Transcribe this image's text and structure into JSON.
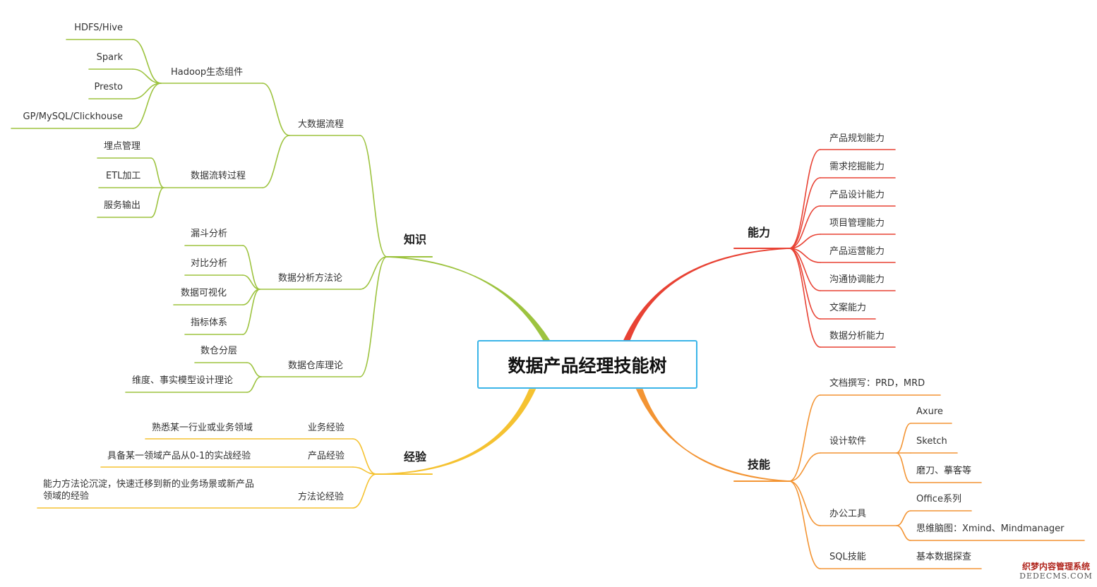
{
  "root": "数据产品经理技能树",
  "branches": {
    "knowledge": {
      "label": "知识",
      "color": "#9dc33f",
      "big_data_flow": {
        "label": "大数据流程",
        "hadoop": {
          "label": "Hadoop生态组件",
          "items": [
            "HDFS/Hive",
            "Spark",
            "Presto",
            "GP/MySQL/Clickhouse"
          ]
        },
        "data_flow": {
          "label": "数据流转过程",
          "items": [
            "埋点管理",
            "ETL加工",
            "服务输出"
          ]
        }
      },
      "analysis": {
        "label": "数据分析方法论",
        "items": [
          "漏斗分析",
          "对比分析",
          "数据可视化",
          "指标体系"
        ]
      },
      "warehouse": {
        "label": "数据仓库理论",
        "items": [
          "数仓分层",
          "维度、事实模型设计理论"
        ]
      }
    },
    "experience": {
      "label": "经验",
      "color": "#f5c231",
      "items": [
        {
          "label": "业务经验",
          "detail": "熟悉某一行业或业务领域"
        },
        {
          "label": "产品经验",
          "detail": "具备某一领域产品从0-1的实战经验"
        },
        {
          "label": "方法论经验",
          "detail": "能力方法论沉淀，快速迁移到新的业务场景或新产品领域的经验"
        }
      ]
    },
    "ability": {
      "label": "能力",
      "color": "#e84234",
      "items": [
        "产品规划能力",
        "需求挖掘能力",
        "产品设计能力",
        "项目管理能力",
        "产品运营能力",
        "沟通协调能力",
        "文案能力",
        "数据分析能力"
      ]
    },
    "skill": {
      "label": "技能",
      "color": "#f39433",
      "docs": {
        "label": "文档撰写：PRD，MRD"
      },
      "design_software": {
        "label": "设计软件",
        "items": [
          "Axure",
          "Sketch",
          "磨刀、摹客等"
        ]
      },
      "office_tools": {
        "label": "办公工具",
        "items": [
          "Office系列",
          "思维脑图：Xmind、Mindmanager"
        ]
      },
      "sql": {
        "label": "SQL技能",
        "items": [
          "基本数据探查"
        ]
      }
    }
  },
  "watermark": {
    "line1": "织梦内容管理系统",
    "line2": "DEDECMS.COM"
  }
}
